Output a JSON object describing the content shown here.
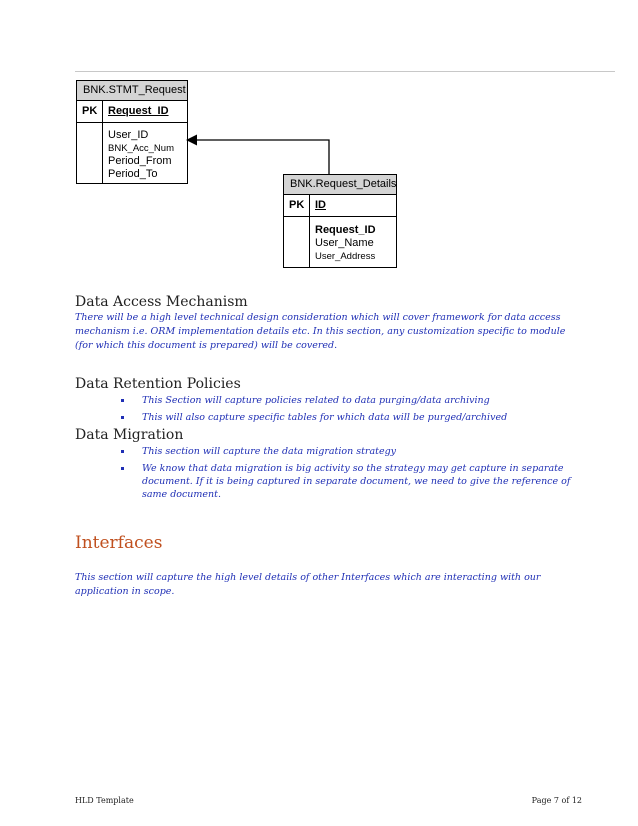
{
  "diagram": {
    "entities": [
      {
        "name": "BNK.STMT_Request",
        "pk_label": "PK",
        "pk_field": "Request_ID",
        "fields": [
          "User_ID",
          "BNK_Acc_Num",
          "Period_From",
          "Period_To"
        ]
      },
      {
        "name": "BNK.Request_Details",
        "pk_label": "PK",
        "pk_field": "ID",
        "fields": [
          "Request_ID",
          "User_Name",
          "User_Address"
        ]
      }
    ]
  },
  "sections": {
    "data_access": {
      "heading": "Data Access Mechanism",
      "text": "There will be a high level technical design consideration which will cover framework for data access mechanism i.e. ORM implementation details etc. In this section, any customization specific to module (for which this document is prepared) will be covered."
    },
    "data_retention": {
      "heading": "Data Retention Policies",
      "bullets": [
        "This Section will capture policies related to data purging/data archiving",
        "This will also capture specific tables for which data will be purged/archived"
      ]
    },
    "data_migration": {
      "heading": "Data Migration",
      "bullets": [
        "This section will capture the data migration strategy",
        "We know that data migration is big activity so the strategy may get capture in separate document. If it is being captured in separate document, we need to give the reference of same document."
      ]
    },
    "interfaces": {
      "heading": "Interfaces",
      "text": "This section will capture the high level details of other Interfaces which are interacting with our application in scope."
    }
  },
  "footer": {
    "left": "HLD Template",
    "right": "Page 7 of 12"
  },
  "colors": {
    "body_text": "#1f2fb5",
    "heading1": "#c0501f"
  }
}
